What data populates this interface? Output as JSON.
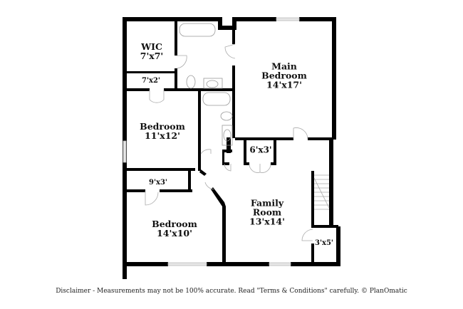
{
  "floorplan": {
    "rooms": [
      {
        "id": "wic",
        "name": "WIC",
        "dims": "7'x7'"
      },
      {
        "id": "closet-7x2",
        "name": "",
        "dims": "7'x2'"
      },
      {
        "id": "main-bedroom",
        "name": "Main Bedroom",
        "name_line1": "Main",
        "name_line2": "Bedroom",
        "dims": "14'x17'"
      },
      {
        "id": "bedroom-1",
        "name": "Bedroom",
        "dims": "11'x12'"
      },
      {
        "id": "closet-6x3",
        "name": "",
        "dims": "6'x3'"
      },
      {
        "id": "closet-9x3",
        "name": "",
        "dims": "9'x3'"
      },
      {
        "id": "bedroom-2",
        "name": "Bedroom",
        "dims": "14'x10'"
      },
      {
        "id": "family-room",
        "name": "Family Room",
        "name_line1": "Family",
        "name_line2": "Room",
        "dims": "13'x14'"
      },
      {
        "id": "closet-3x5",
        "name": "",
        "dims": "3'x5'"
      }
    ],
    "disclaimer": "Disclaimer - Measurements may not be 100% accurate. Read \"Terms & Conditions\" carefully. © PlanOmatic"
  },
  "colors": {
    "wall": "#000000",
    "fixture": "#9a9a9a",
    "window": "#cfcfcf",
    "background": "#ffffff"
  }
}
